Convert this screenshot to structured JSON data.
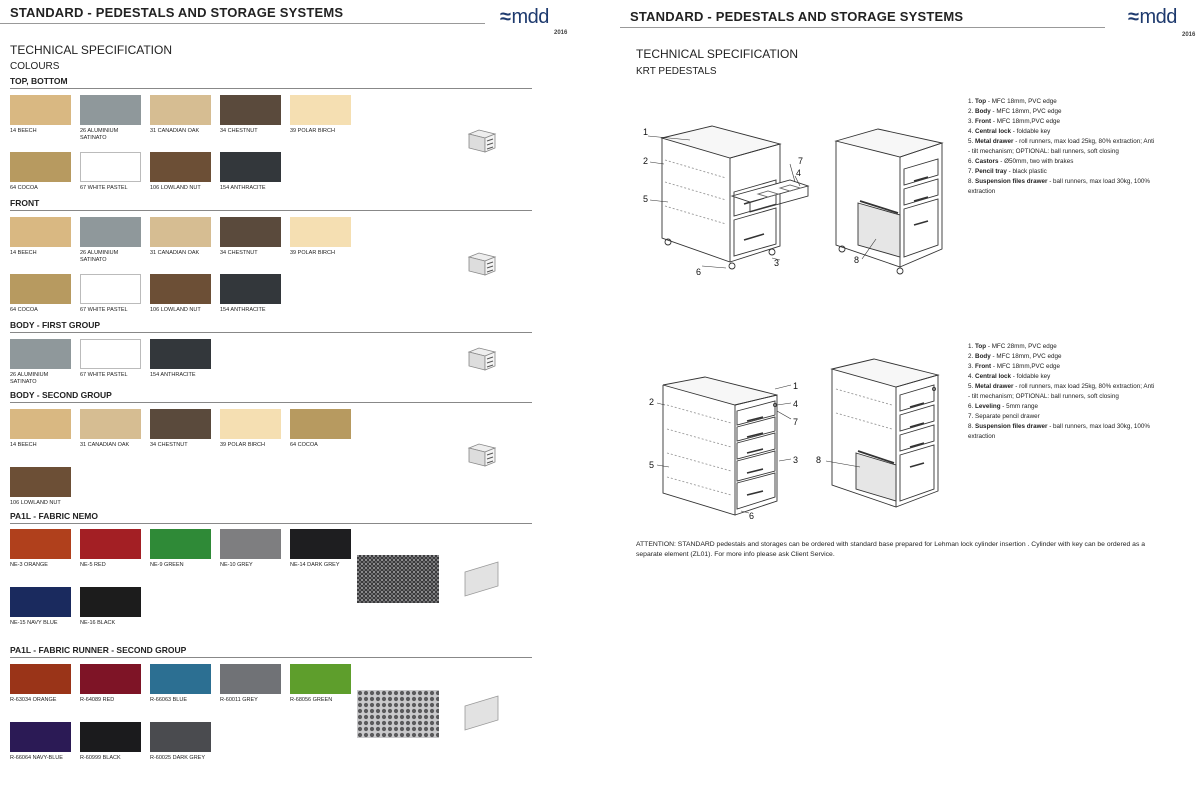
{
  "brand": {
    "logo_text": "mdd",
    "year": "2016"
  },
  "left": {
    "header_title": "STANDARD - PEDESTALS AND STORAGE SYSTEMS",
    "tech_title": "TECHNICAL SPECIFICATION",
    "colours_label": "COLOURS",
    "sections": [
      {
        "label": "TOP, BOTTOM",
        "rows": [
          [
            {
              "name": "14 BEECH",
              "color": "#d9b882"
            },
            {
              "name": "26 ALUMINIUM SATINATO",
              "color": "#8f989b"
            },
            {
              "name": "31 CANADIAN OAK",
              "color": "#d6bd92"
            },
            {
              "name": "34 CHESTNUT",
              "color": "#5a4a3c"
            },
            {
              "name": "39 POLAR BIRCH",
              "color": "#f5dfb2"
            }
          ],
          [
            {
              "name": "64 COCOA",
              "color": "#b79a60"
            },
            {
              "name": "67 WHITE PASTEL",
              "color": "#ffffff"
            },
            {
              "name": "106 LOWLAND NUT",
              "color": "#6c4f36"
            },
            {
              "name": "154 ANTHRACITE",
              "color": "#33373b"
            }
          ]
        ]
      },
      {
        "label": "FRONT",
        "rows": [
          [
            {
              "name": "14 BEECH",
              "color": "#d9b882"
            },
            {
              "name": "26 ALUMINIUM SATINATO",
              "color": "#8f989b"
            },
            {
              "name": "31 CANADIAN OAK",
              "color": "#d6bd92"
            },
            {
              "name": "34 CHESTNUT",
              "color": "#5a4a3c"
            },
            {
              "name": "39 POLAR BIRCH",
              "color": "#f5dfb2"
            }
          ],
          [
            {
              "name": "64 COCOA",
              "color": "#b79a60"
            },
            {
              "name": "67 WHITE PASTEL",
              "color": "#ffffff"
            },
            {
              "name": "106 LOWLAND NUT",
              "color": "#6c4f36"
            },
            {
              "name": "154 ANTHRACITE",
              "color": "#33373b"
            }
          ]
        ]
      },
      {
        "label": "BODY - FIRST GROUP",
        "rows": [
          [
            {
              "name": "26 ALUMINIUM SATINATO",
              "color": "#8f989b"
            },
            {
              "name": "67 WHITE PASTEL",
              "color": "#ffffff"
            },
            {
              "name": "154 ANTHRACITE",
              "color": "#33373b"
            }
          ]
        ]
      },
      {
        "label": "BODY - SECOND GROUP",
        "rows": [
          [
            {
              "name": "14 BEECH",
              "color": "#d9b882"
            },
            {
              "name": "31 CANADIAN OAK",
              "color": "#d6bd92"
            },
            {
              "name": "34 CHESTNUT",
              "color": "#5a4a3c"
            },
            {
              "name": "39 POLAR BIRCH",
              "color": "#f5dfb2"
            },
            {
              "name": "64 COCOA",
              "color": "#b79a60"
            }
          ],
          [
            {
              "name": "106 LOWLAND NUT",
              "color": "#6c4f36"
            }
          ]
        ]
      },
      {
        "label": "PA1L - FABRIC NEMO",
        "rows": [
          [
            {
              "name": "NE-3 ORANGE",
              "color": "#b0401c"
            },
            {
              "name": "NE-5 RED",
              "color": "#a31f24"
            },
            {
              "name": "NE-9 GREEN",
              "color": "#2f8a37"
            },
            {
              "name": "NE-10 GREY",
              "color": "#7e7e80"
            },
            {
              "name": "NE-14 DARK GREY",
              "color": "#1e1e20"
            }
          ],
          [
            {
              "name": "NE-15 NAVY BLUE",
              "color": "#1a2a5e"
            },
            {
              "name": "NE-16 BLACK",
              "color": "#1c1c1c"
            }
          ]
        ]
      },
      {
        "label": "PA1L - FABRIC RUNNER - SECOND GROUP",
        "rows": [
          [
            {
              "name": "R-63034 ORANGE",
              "color": "#9a3418"
            },
            {
              "name": "R-64089 RED",
              "color": "#7e1426"
            },
            {
              "name": "R-66063 BLUE",
              "color": "#2c6f92"
            },
            {
              "name": "R-60011 GREY",
              "color": "#707276"
            },
            {
              "name": "R-68056 GREEN",
              "color": "#5e9e2c"
            }
          ],
          [
            {
              "name": "R-66064 NAVY-BLUE",
              "color": "#2b1a55"
            },
            {
              "name": "R-60999 BLACK",
              "color": "#1b1b1d"
            },
            {
              "name": "R-60025 DARK GREY",
              "color": "#4a4b4f"
            }
          ]
        ]
      }
    ]
  },
  "right": {
    "header_title": "STANDARD - PEDESTALS AND STORAGE SYSTEMS",
    "tech_title": "TECHNICAL SPECIFICATION",
    "subtitle": "KRT PEDESTALS",
    "spec_1": [
      {
        "num": "1.",
        "bold": "Top",
        "rest": " - MFC 18mm, PVC edge"
      },
      {
        "num": "2.",
        "bold": "Body",
        "rest": " - MFC 18mm, PVC edge"
      },
      {
        "num": "3.",
        "bold": "Front",
        "rest": " - MFC 18mm,PVC edge"
      },
      {
        "num": "4.",
        "bold": "Central lock",
        "rest": " - foldable key"
      },
      {
        "num": "5.",
        "bold": "Metal drawer",
        "rest": " - roll runners, max load 25kg, 80% extraction; Anti - tilt mechanism; OPTIONAL: ball runners, soft closing"
      },
      {
        "num": "6.",
        "bold": "Castors",
        "rest": " - Ø50mm, two with brakes"
      },
      {
        "num": "7.",
        "bold": "Pencil tray",
        "rest": " - black plastic"
      },
      {
        "num": "8.",
        "bold": "Suspension files drawer",
        "rest": " - ball runners, max load 30kg, 100% extraction"
      }
    ],
    "spec_2": [
      {
        "num": "1.",
        "bold": "Top",
        "rest": " - MFC 28mm, PVC edge"
      },
      {
        "num": "2.",
        "bold": "Body",
        "rest": " - MFC 18mm, PVC edge"
      },
      {
        "num": "3.",
        "bold": "Front",
        "rest": " - MFC 18mm,PVC edge"
      },
      {
        "num": "4.",
        "bold": "Central lock",
        "rest": " - foldable key"
      },
      {
        "num": "5.",
        "bold": "Metal drawer",
        "rest": " - roll runners, max load 25kg, 80% extraction; Anti - tilt mechanism; OPTIONAL: ball runners, soft closing"
      },
      {
        "num": "6.",
        "bold": "Leveling",
        "rest": " - 5mm range"
      },
      {
        "num": "7.",
        "bold": "",
        "rest": "Separate pencil drawer"
      },
      {
        "num": "8.",
        "bold": "Suspension files drawer",
        "rest": " - ball runners, max load 30kg, 100% extraction"
      }
    ],
    "callouts_1": [
      "1",
      "2",
      "5",
      "6",
      "3",
      "7",
      "4",
      "8"
    ],
    "callouts_2": [
      "2",
      "5",
      "1",
      "4",
      "7",
      "3",
      "6",
      "8"
    ],
    "attention": "ATTENTION: STANDARD pedestals and storages can be ordered with standard base prepared for Lehman lock cylinder insertion . Cylinder with key can be ordered as a separate element (ZL01). For more info please ask Client Service."
  }
}
